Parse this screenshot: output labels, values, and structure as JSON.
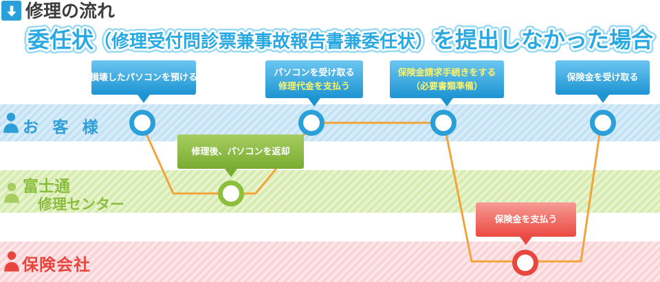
{
  "header": {
    "title": "修理の流れ",
    "subtitle": {
      "emphasis_lead": "委任状",
      "paren_note": "（修理受付問診票兼事故報告書兼委任状）",
      "emphasis_tail": "を提出しなかった場合"
    }
  },
  "lanes": {
    "customer": {
      "label": "お 客 様"
    },
    "fujitsu": {
      "label_line1": "富士通",
      "label_line2": "修理センター"
    },
    "insurance": {
      "label": "保険会社"
    }
  },
  "callouts": {
    "deposit_pc": {
      "text": "損壊したパソコンを預ける"
    },
    "return_pc": {
      "text": "修理後、パソコンを返却"
    },
    "receive_pc": {
      "line1": "パソコンを受け取る",
      "line2": "修理代金を支払う"
    },
    "claim_procedure": {
      "line1": "保険金請求手続きをする",
      "line2": "（必要書類準備）"
    },
    "pay_insurance": {
      "text": "保険金を支払う"
    },
    "receive_insurance": {
      "text": "保険金を受け取る"
    }
  },
  "icons": {
    "header_arrow": "down-arrow",
    "lane_person": "person-silhouette"
  },
  "colors": {
    "accent_blue": "#1d94d2",
    "accent_green": "#7aab31",
    "accent_red": "#ea4a42",
    "node_blue": "#2a9fd8",
    "node_green": "#8cc03c",
    "node_red": "#e9463e",
    "connector_orange": "#f2a43b",
    "subtitle_blue": "#29a9e1",
    "callout_yellow_text": "#fdf269"
  }
}
